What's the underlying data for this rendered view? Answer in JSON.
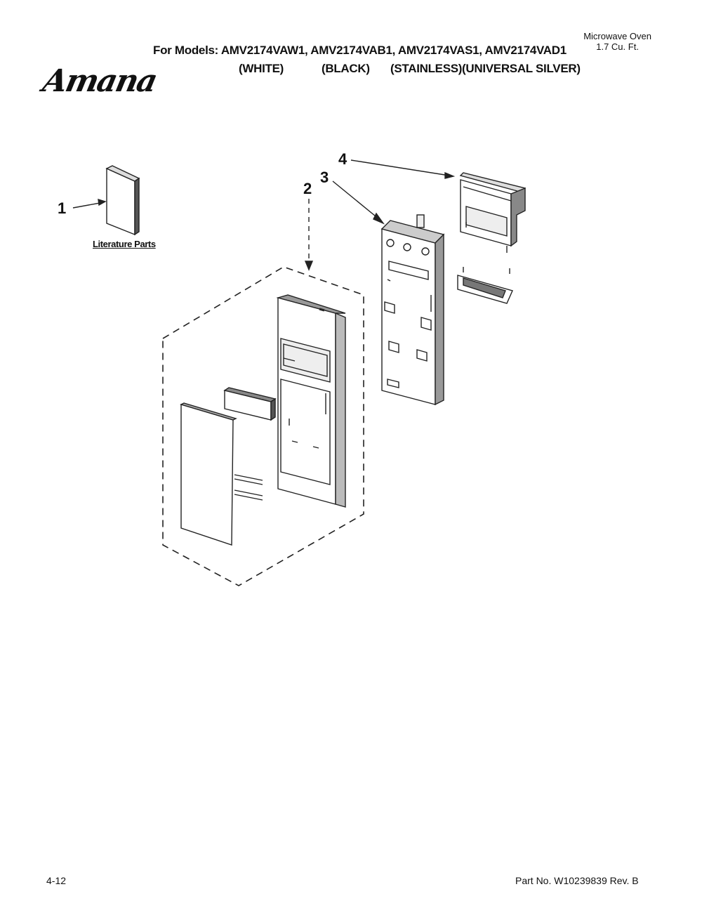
{
  "header": {
    "models_line": "For Models: AMV2174VAW1, AMV2174VAB1, AMV2174VAS1, AMV2174VAD1",
    "variants": [
      "(WHITE)",
      "(BLACK)",
      "(STAINLESS)",
      "(UNIVERSAL SILVER)"
    ],
    "product_type": "Microwave Oven",
    "capacity": "1.7 Cu. Ft."
  },
  "brand": {
    "logo_text": "Amana"
  },
  "diagram": {
    "callouts": [
      "1",
      "2",
      "3",
      "4"
    ],
    "literature_label": "Literature Parts"
  },
  "footer": {
    "page_number": "4-12",
    "part_number": "Part No. W10239839 Rev. B"
  }
}
